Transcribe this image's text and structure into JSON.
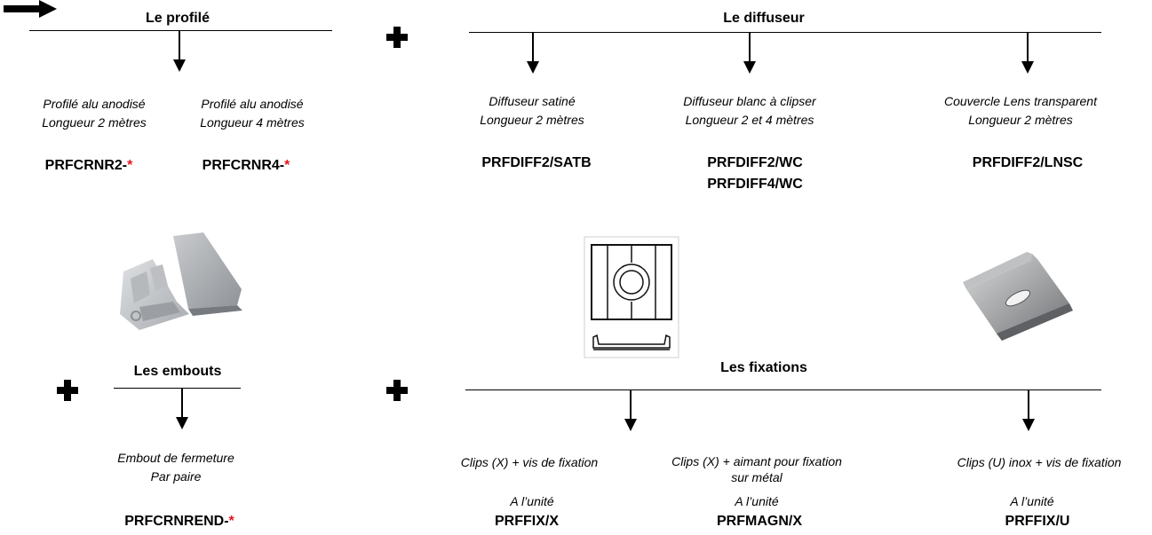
{
  "profile": {
    "heading": "Le profilé",
    "items": [
      {
        "line1": "Profilé alu anodisé",
        "line2": "Longueur 2 mètres",
        "code": "PRFCRNR2-",
        "star": "*"
      },
      {
        "line1": "Profilé alu anodisé",
        "line2": "Longueur 4 mètres",
        "code": "PRFCRNR4-",
        "star": "*"
      }
    ]
  },
  "diffuser": {
    "heading": "Le diffuseur",
    "items": [
      {
        "line1": "Diffuseur satiné",
        "line2": "Longueur 2 mètres",
        "code1": "PRFDIFF2/SATB"
      },
      {
        "line1": "Diffuseur blanc à clipser",
        "line2": "Longueur 2 et 4 mètres",
        "code1": "PRFDIFF2/WC",
        "code2": "PRFDIFF4/WC"
      },
      {
        "line1": "Couvercle Lens transparent",
        "line2": "Longueur 2 mètres",
        "code1": "PRFDIFF2/LNSC"
      }
    ]
  },
  "endcaps": {
    "heading": "Les embouts",
    "line1": "Embout de fermeture",
    "line2": "Par paire",
    "code": "PRFCRNREND-",
    "star": "*"
  },
  "fixings": {
    "heading": "Les fixations",
    "items": [
      {
        "line1": "Clips (X) + vis de fixation",
        "line2": "",
        "unit": "A l’unité",
        "code": "PRFFIX/X"
      },
      {
        "line1": "Clips (X) + aimant pour fixation",
        "line2": "sur métal",
        "unit": "A l’unité",
        "code": "PRFMAGN/X"
      },
      {
        "line1": "Clips (U) inox + vis de fixation",
        "line2": "",
        "unit": "A l’unité",
        "code": "PRFFIX/U"
      }
    ]
  },
  "colors": {
    "accent": "#e8141c",
    "text": "#000000"
  },
  "icons": [
    "right-arrow-icon",
    "plus-icon",
    "down-arrow-icon"
  ]
}
